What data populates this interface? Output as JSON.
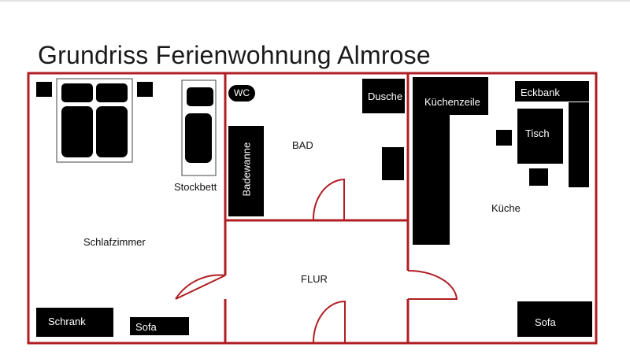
{
  "title": "Grundriss Ferienwohnung Almrose",
  "rooms": {
    "schlafzimmer": "Schlafzimmer",
    "bad": "BAD",
    "flur": "FLUR",
    "kueche": "Küche"
  },
  "furniture": {
    "stockbett": "Stockbett",
    "wc": "WC",
    "dusche": "Dusche",
    "badewanne": "Badewanne",
    "kuechenzeile": "Küchenzeile",
    "eckbank": "Eckbank",
    "tisch": "Tisch",
    "schrank": "Schrank",
    "sofa_schlafzimmer": "Sofa",
    "sofa_kueche": "Sofa"
  },
  "colors": {
    "wall": "#b01e23",
    "furniture": "#000000",
    "label_on_furniture": "#ffffff"
  }
}
